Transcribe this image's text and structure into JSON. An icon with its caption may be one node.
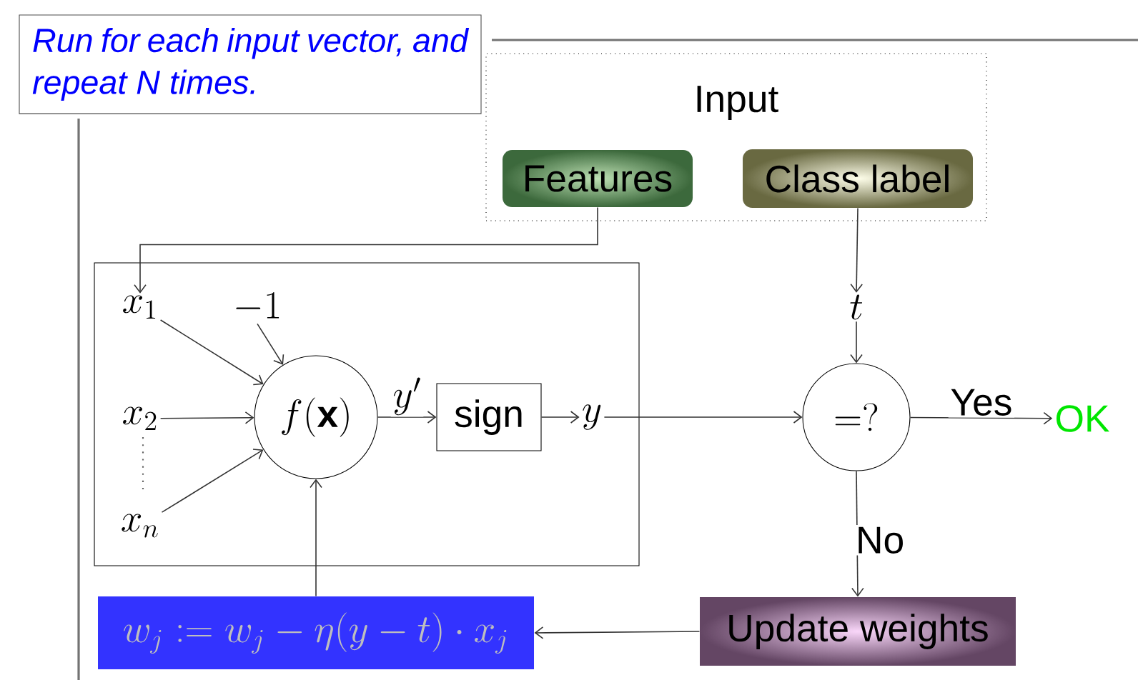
{
  "diagram": {
    "nodes": [
      {
        "text": [
          "Run for each input vector, and repeat N times."
        ]
      },
      {
        "text": [
          "Input"
        ]
      },
      {
        "text": [
          "Features"
        ],
        "in": 1
      },
      {
        "text": [
          "Class label"
        ],
        "in": 1
      },
      {
        "text": [],
        "shape": "box"
      },
      {
        "text": [
          "x_1"
        ],
        "in": 4
      },
      {
        "text": [
          "-1"
        ],
        "in": 4
      },
      {
        "text": [
          "x_2"
        ],
        "in": 4
      },
      {
        "text": [
          "x_n"
        ],
        "in": 4
      },
      {
        "text": [
          "f(\\mathbf{x})"
        ],
        "in": 4
      },
      {
        "text": [
          "sign"
        ],
        "in": 4
      },
      {
        "text": [
          "y"
        ],
        "in": 4
      },
      {
        "text": [
          "t"
        ]
      },
      {
        "text": [
          "=?"
        ]
      },
      {
        "text": [
          "OK"
        ]
      },
      {
        "text": [
          "Update weights"
        ]
      },
      {
        "text": [
          "w_j := w_j - \\eta(y - t)\\cdot x_j"
        ]
      }
    ],
    "edges": [
      {
        "from": 2,
        "to": 5,
        "arrow": "to"
      },
      {
        "from": 3,
        "to": 12,
        "arrow": "to"
      },
      {
        "from": 5,
        "to": 9,
        "arrow": "to"
      },
      {
        "from": 6,
        "to": 9,
        "arrow": "to"
      },
      {
        "from": 7,
        "to": 9,
        "arrow": "to"
      },
      {
        "from": 8,
        "to": 9,
        "arrow": "to"
      },
      {
        "from": 9,
        "to": 10,
        "arrow": "to",
        "label": "y'"
      },
      {
        "from": 10,
        "to": 11,
        "arrow": "to"
      },
      {
        "from": 11,
        "to": 13,
        "arrow": "to"
      },
      {
        "from": 12,
        "to": 13,
        "arrow": "to"
      },
      {
        "from": 13,
        "to": 14,
        "arrow": "to",
        "label": "Yes"
      },
      {
        "from": 13,
        "to": 15,
        "arrow": "to",
        "label": "No"
      },
      {
        "from": 15,
        "to": 16,
        "arrow": "to"
      },
      {
        "from": 16,
        "to": 9,
        "arrow": "to"
      }
    ]
  }
}
